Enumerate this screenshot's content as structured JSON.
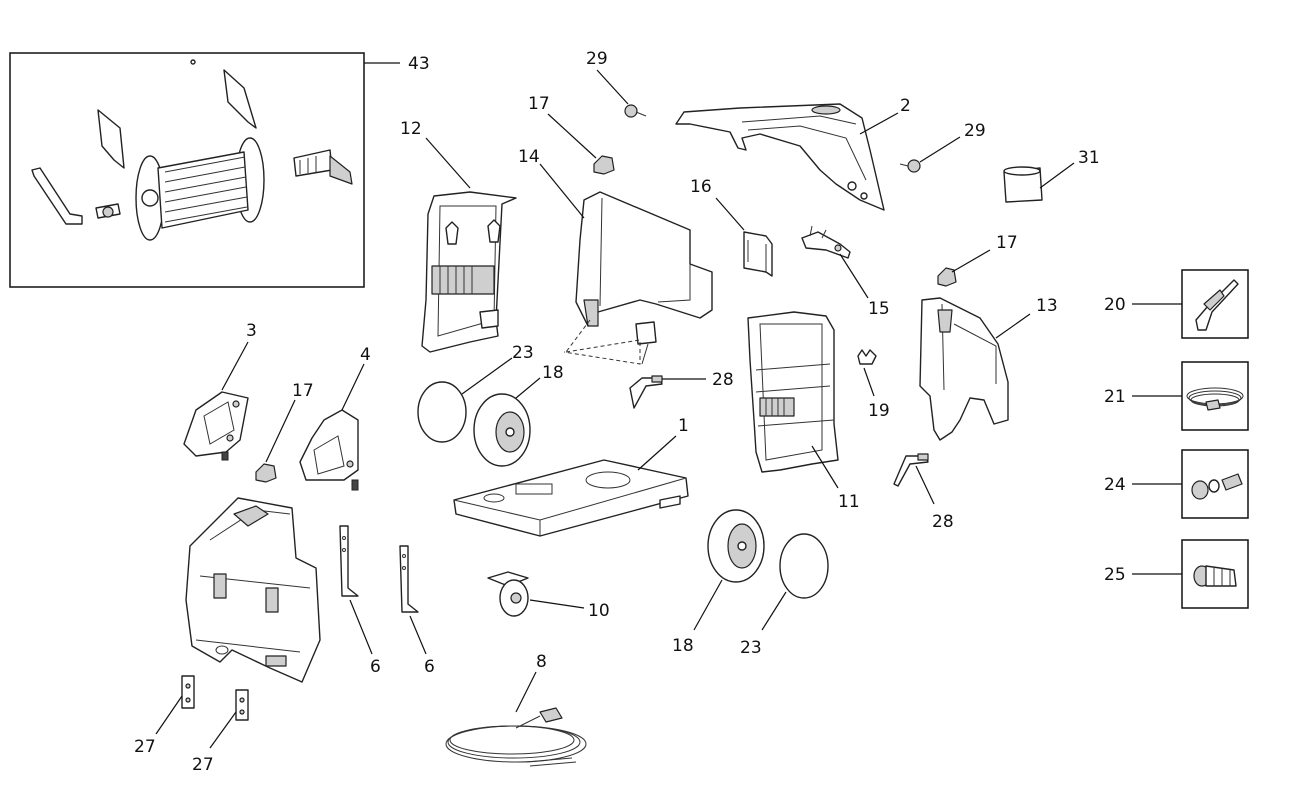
{
  "callouts": {
    "c1": "1",
    "c2": "2",
    "c3": "3",
    "c4": "4",
    "c6a": "6",
    "c6b": "6",
    "c8": "8",
    "c10": "10",
    "c11": "11",
    "c12": "12",
    "c13": "13",
    "c14": "14",
    "c15": "15",
    "c16": "16",
    "c17a": "17",
    "c17b": "17",
    "c17c": "17",
    "c18a": "18",
    "c18b": "18",
    "c19": "19",
    "c20": "20",
    "c21": "21",
    "c23a": "23",
    "c23b": "23",
    "c24": "24",
    "c25": "25",
    "c27a": "27",
    "c27b": "27",
    "c28a": "28",
    "c28b": "28",
    "c29a": "29",
    "c29b": "29",
    "c31": "31",
    "c43": "43"
  }
}
